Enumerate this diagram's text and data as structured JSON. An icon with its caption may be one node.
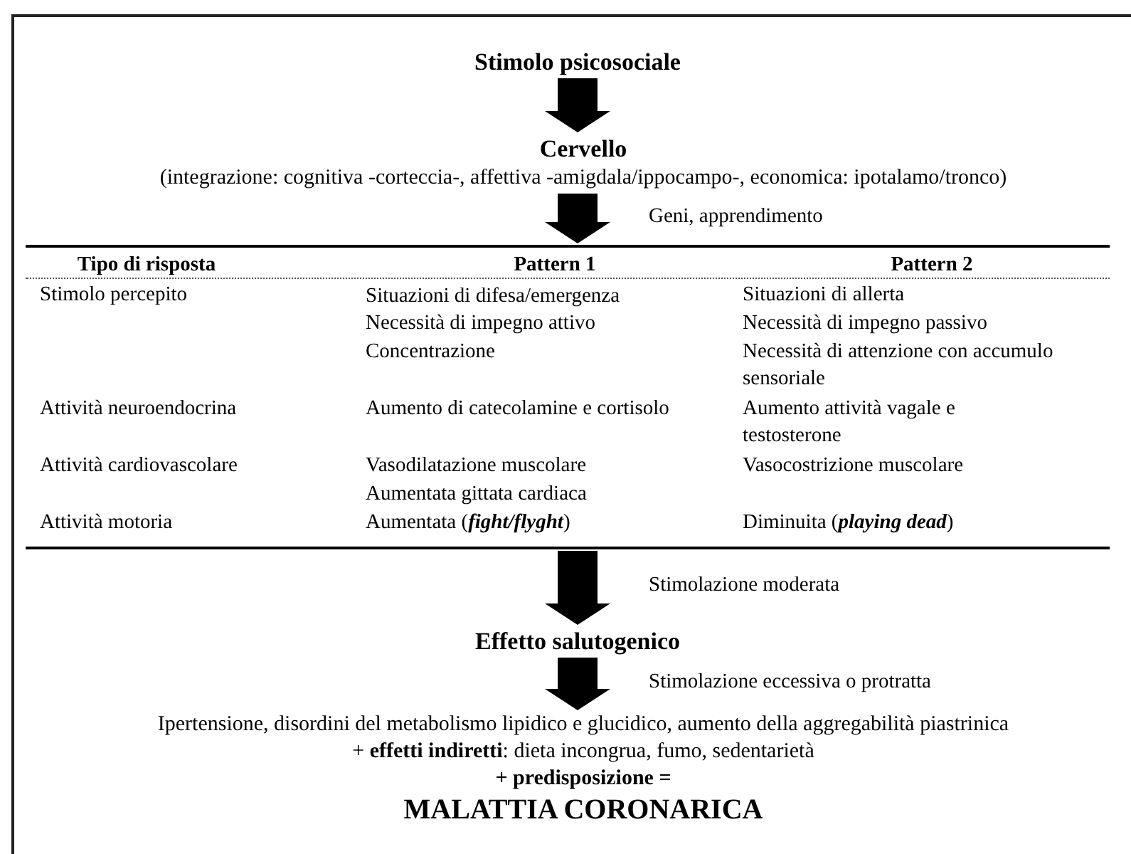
{
  "diagram": {
    "nodes": [
      {
        "text": [
          "Stimolo psicosociale"
        ]
      },
      {
        "text": [
          "Cervello",
          "(integrazione: cognitiva -corteccia-, affettiva -amigdala/ippocampo-, economica: ipotalamo/tronco)"
        ]
      },
      {
        "text": [
          "Tipo di risposta",
          "Pattern 1",
          "Pattern 2",
          "Stimolo percepito",
          "Situazioni di difesa/emergenza",
          "Situazioni di allerta",
          "Necessità di impegno attivo",
          "Necessità di impegno passivo",
          "Concentrazione",
          "Necessità di attenzione con accumulo sensoriale",
          "Attività neuroendocrina",
          "Aumento di catecolamine e cortisolo",
          "Aumento attività vagale e testosterone",
          "Attività cardiovascolare",
          "Vasodilatazione muscolare",
          "Vasocostrizione muscolare",
          "Aumentata gittata cardiaca",
          "Attività motoria",
          "Aumentata (**fight/flyght**)",
          "Diminuita (**playing dead**)"
        ]
      },
      {
        "text": [
          "Effetto salutogenico"
        ]
      },
      {
        "text": [
          "Ipertensione, disordini del metabolismo lipidico e glucidico, aumento della aggregabilità piastrinica",
          "+ **effetti indiretti**: dieta incongrua, fumo, sedentarietà",
          "+ predisposizione =",
          "MALATTIA CORONARICA"
        ]
      }
    ],
    "edges": [
      {
        "from": 0,
        "to": 1,
        "arrow": "to"
      },
      {
        "from": 1,
        "to": 2,
        "arrow": "to",
        "label": "Geni,  apprendimento"
      },
      {
        "from": 2,
        "to": 3,
        "arrow": "to",
        "label": "Stimolazione moderata"
      },
      {
        "from": 3,
        "to": 4,
        "arrow": "to",
        "label": "Stimolazione eccessiva o protratta"
      }
    ]
  }
}
